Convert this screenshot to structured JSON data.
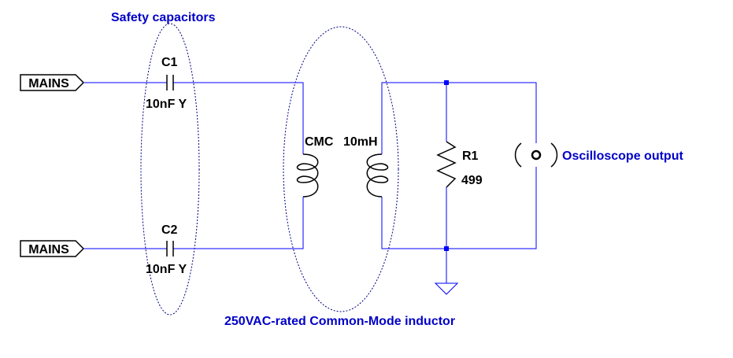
{
  "ports": [
    {
      "label": "MAINS"
    },
    {
      "label": "MAINS"
    }
  ],
  "components": {
    "c1": {
      "ref": "C1",
      "value": "10nF Y"
    },
    "c2": {
      "ref": "C2",
      "value": "10nF Y"
    },
    "cmc": {
      "ref": "CMC",
      "value": "10mH"
    },
    "r1": {
      "ref": "R1",
      "value": "499"
    },
    "probe": {
      "label": "Oscilloscope output"
    }
  },
  "annotations": {
    "safety": "Safety capacitors",
    "cmc": "250VAC-rated Common-Mode inductor"
  },
  "colors": {
    "wire": "#0000ff",
    "annotation": "#0000c8",
    "component": "#000000"
  }
}
